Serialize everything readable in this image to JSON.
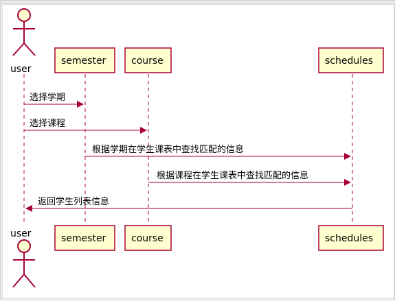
{
  "diagram": {
    "participants": [
      {
        "id": "user",
        "label": "user",
        "kind": "actor"
      },
      {
        "id": "semester",
        "label": "semester",
        "kind": "participant"
      },
      {
        "id": "course",
        "label": "course",
        "kind": "participant"
      },
      {
        "id": "schedules",
        "label": "schedules",
        "kind": "participant"
      }
    ],
    "messages": [
      {
        "from": "user",
        "to": "semester",
        "label": "选择学期"
      },
      {
        "from": "user",
        "to": "course",
        "label": "选择课程"
      },
      {
        "from": "semester",
        "to": "schedules",
        "label": "根据学期在学生课表中查找匹配的信息"
      },
      {
        "from": "course",
        "to": "schedules",
        "label": "根据课程在学生课表中查找匹配的信息"
      },
      {
        "from": "schedules",
        "to": "user",
        "label": "返回学生列表信息"
      }
    ],
    "colors": {
      "border": "#A80036",
      "box_fill": "#FEFECE"
    }
  }
}
